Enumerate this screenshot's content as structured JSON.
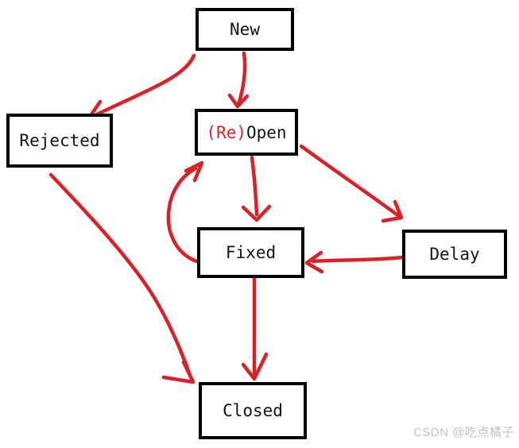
{
  "diagram": {
    "nodes": {
      "new": {
        "label": "New"
      },
      "rejected": {
        "label": "Rejected"
      },
      "reopen": {
        "prefix": "(Re)",
        "suffix": "Open"
      },
      "fixed": {
        "label": "Fixed"
      },
      "delay": {
        "label": "Delay"
      },
      "closed": {
        "label": "Closed"
      }
    },
    "edges": [
      {
        "from": "New",
        "to": "Rejected"
      },
      {
        "from": "New",
        "to": "(Re)Open"
      },
      {
        "from": "(Re)Open",
        "to": "Fixed"
      },
      {
        "from": "(Re)Open",
        "to": "Delay"
      },
      {
        "from": "Delay",
        "to": "Fixed"
      },
      {
        "from": "Fixed",
        "to": "(Re)Open"
      },
      {
        "from": "Rejected",
        "to": "Closed"
      },
      {
        "from": "Fixed",
        "to": "Closed"
      }
    ]
  },
  "watermark": {
    "text": "CSDN @吃点橘子"
  },
  "colors": {
    "arrow": "#dd2025",
    "box_border": "#000000",
    "reopen_prefix": "#dd2025",
    "watermark": "#c2c2c2",
    "background": "#ffffff"
  }
}
